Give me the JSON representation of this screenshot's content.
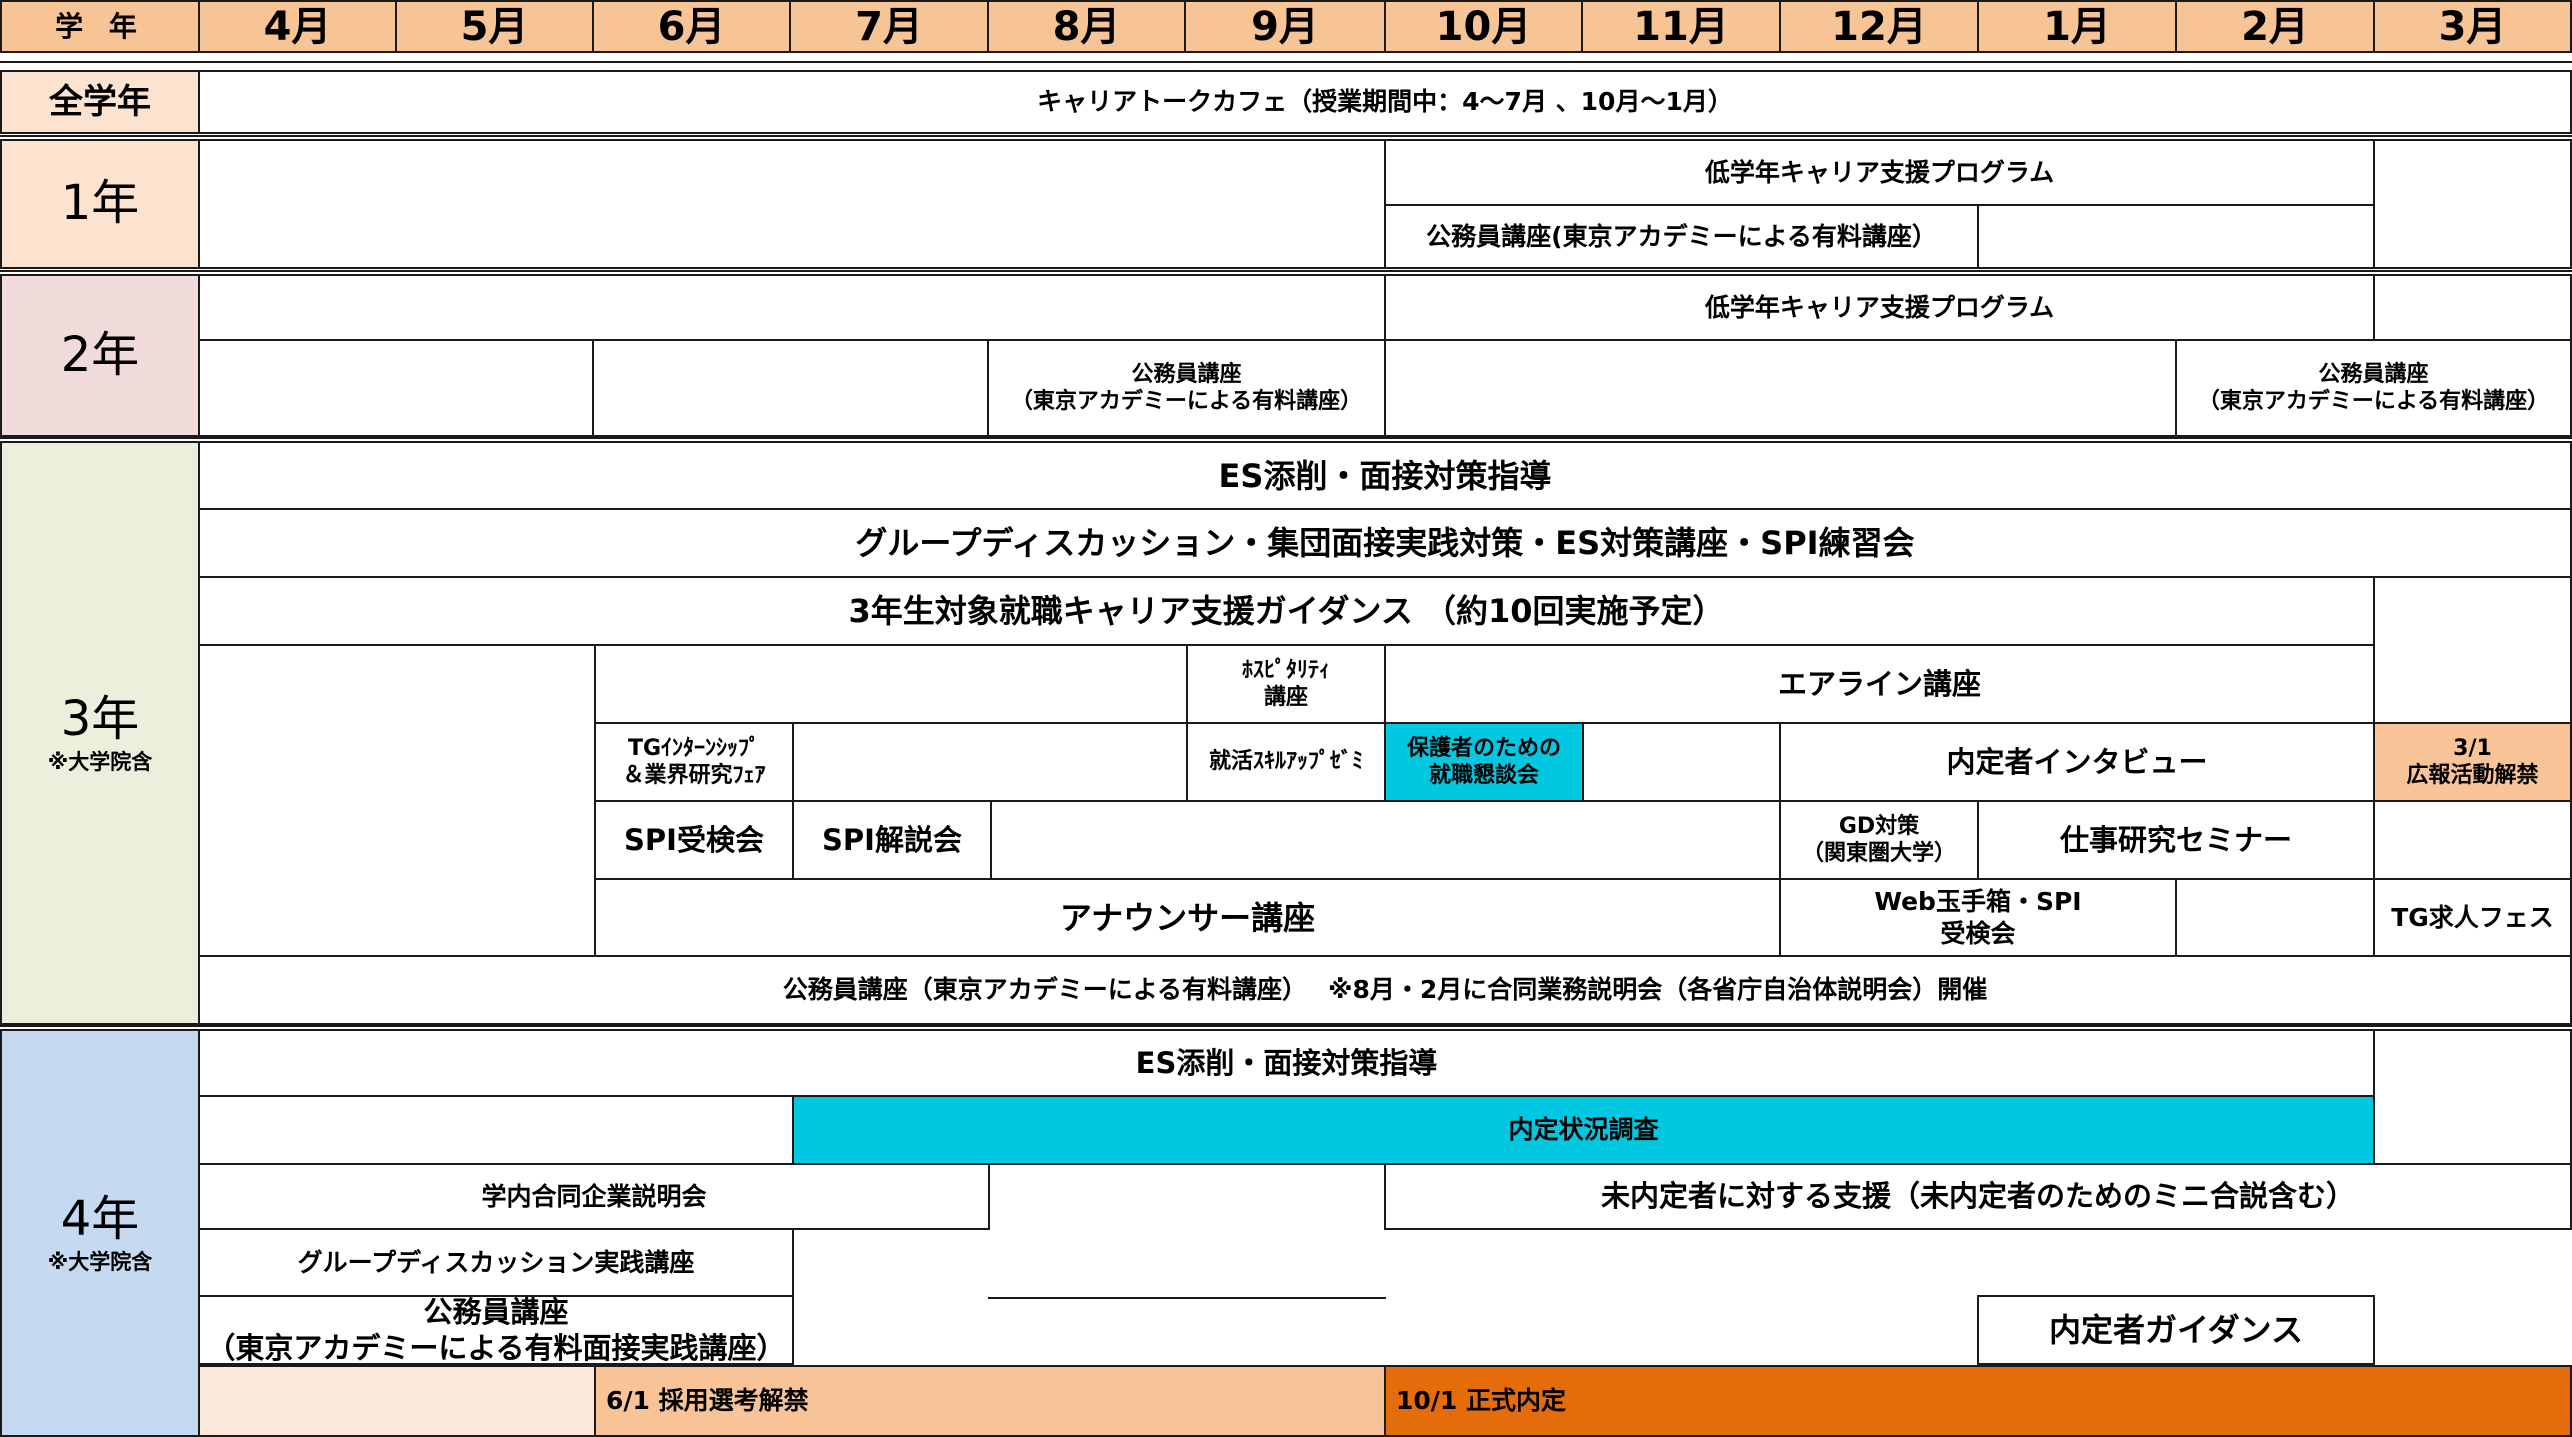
{
  "header": {
    "grade_label": "学 年",
    "months": [
      "4月",
      "5月",
      "6月",
      "7月",
      "8月",
      "9月",
      "10月",
      "11月",
      "12月",
      "1月",
      "2月",
      "3月"
    ]
  },
  "grades": {
    "all": {
      "label": "全学年",
      "sub": ""
    },
    "g1": {
      "label": "1年",
      "sub": ""
    },
    "g2": {
      "label": "2年",
      "sub": ""
    },
    "g3": {
      "label": "3年",
      "sub": "※大学院含"
    },
    "g4": {
      "label": "4年",
      "sub": "※大学院含"
    }
  },
  "events": {
    "all_career_talk": "キャリアトークカフェ（授業期間中：4～7月 、10月～1月）",
    "g1_low_program": "低学年キャリア支援プログラム",
    "g1_civil": "公務員講座(東京アカデミーによる有料講座）",
    "g2_low_program": "低学年キャリア支援プログラム",
    "g2_civil_a": "公務員講座\n（東京アカデミーによる有料講座）",
    "g2_civil_b": "公務員講座\n（東京アカデミーによる有料講座）",
    "g3_es": "ES添削・面接対策指導",
    "g3_gd": "グループディスカッション・集団面接実践対策・ES対策講座・SPI練習会",
    "g3_guidance": "3年生対象就職キャリア支援ガイダンス （約10回実施予定）",
    "g3_hospitality": "ﾎｽﾋﾟﾀﾘﾃｨ\n講座",
    "g3_airline": "エアライン講座",
    "g3_tg_intern": "TGｲﾝﾀｰﾝｼｯﾌﾟ\n＆業界研究ﾌｪｱ",
    "g3_skillup": "就活ｽｷﾙｱｯﾌﾟｾﾞﾐ",
    "g3_parents": "保護者のための\n就職懇談会",
    "g3_naitei_interview": "内定者インタビュー",
    "g3_kouhou": "3/1\n広報活動解禁",
    "g3_spi_exam": "SPI受検会",
    "g3_spi_explain": "SPI解説会",
    "g3_gd_kanto": "GD対策\n（関東圏大学）",
    "g3_job_seminar": "仕事研究セミナー",
    "g3_announcer": "アナウンサー講座",
    "g3_web": "Web玉手箱・SPI\n受検会",
    "g3_tg_fair": "TG求人フェス",
    "g3_civil_note": "公務員講座（東京アカデミーによる有料講座）　 ※8月・2月に合同業務説明会（各省庁自治体説明会）開催",
    "g4_es": "ES添削・面接対策指導",
    "g4_naitei_survey": "内定状況調査",
    "g4_company_info": "学内合同企業説明会",
    "g4_support": "未内定者に対する支援（未内定者のためのミニ合説含む）",
    "g4_gd": "グループディスカッション実践講座",
    "g4_civil": "公務員講座\n（東京アカデミーによる有料面接実践講座）",
    "g4_naitei_guidance": "内定者ガイダンス",
    "g4_saiyo": "6/1 採用選考解禁",
    "g4_seishiki": "10/1 正式内定"
  },
  "colors": {
    "header": "#f7c495",
    "grade_all": "#fbe3d0",
    "grade_1": "#fbe3d0",
    "grade_2": "#f1dada",
    "grade_3": "#ebf0dc",
    "grade_4": "#c5d9f0",
    "cyan": "#00c8e0",
    "peach": "#f8c396",
    "light_peach": "#fde9da",
    "orange": "#e46c0a"
  }
}
